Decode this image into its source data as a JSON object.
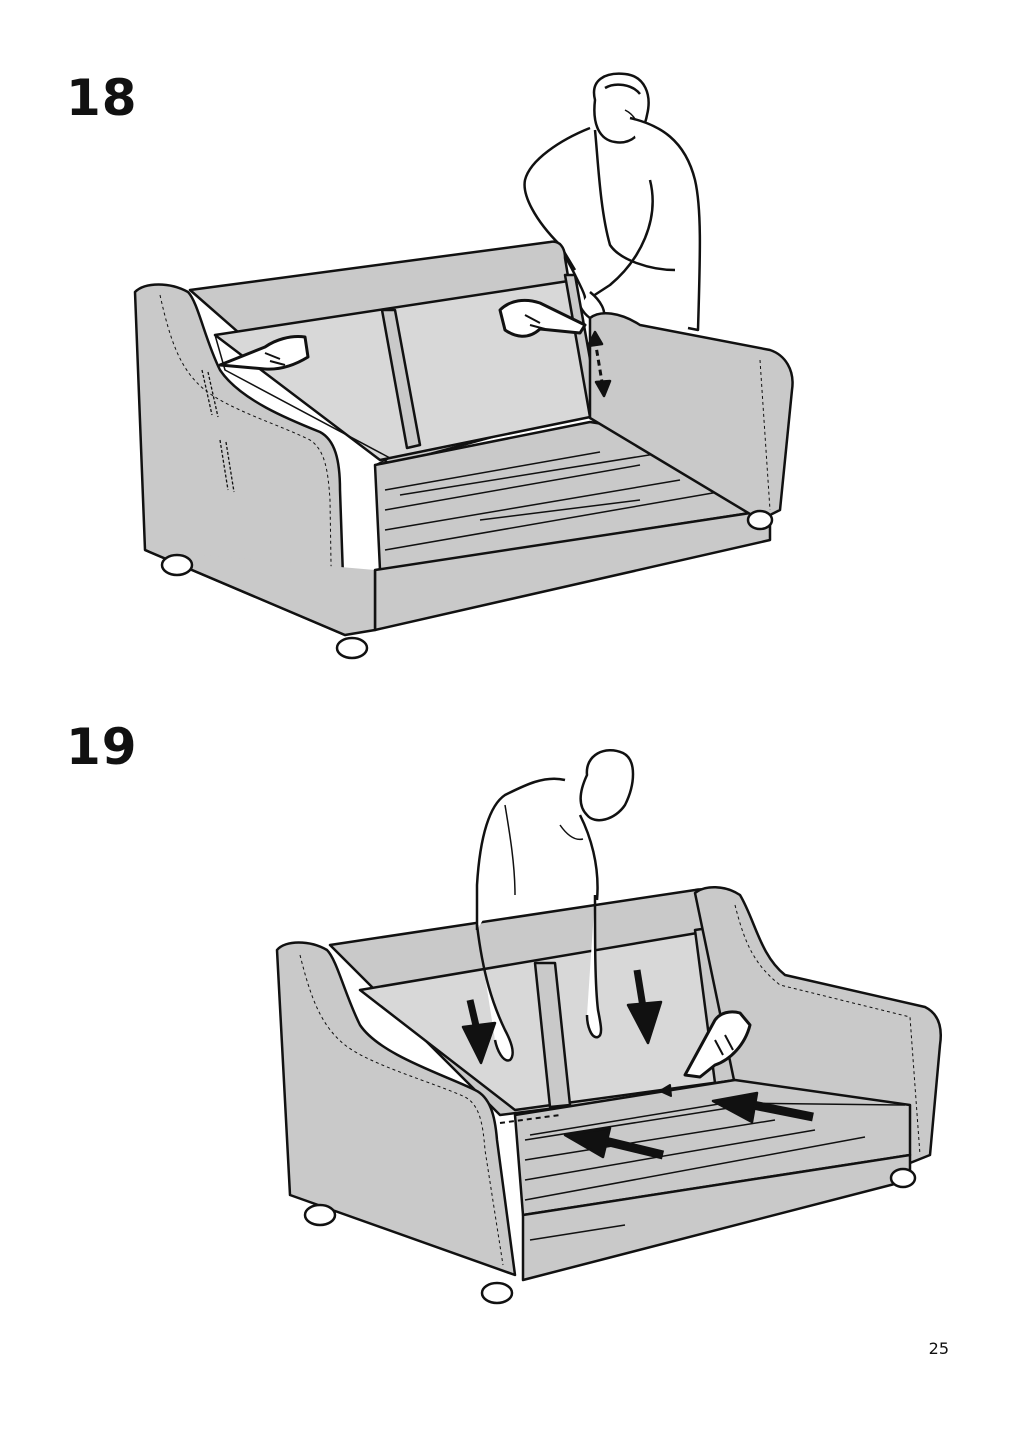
{
  "steps": [
    {
      "number": "18"
    },
    {
      "number": "19"
    }
  ],
  "page_number": "25",
  "colors": {
    "sofa_fill": "#c9c9c9",
    "sofa_inner": "#d8d8d8",
    "outline": "#111111",
    "background": "#ffffff"
  },
  "icons": [
    "pointing-hand-icon",
    "double-arrow-icon",
    "down-arrow-icon",
    "push-arrow-icon",
    "person-figure"
  ]
}
